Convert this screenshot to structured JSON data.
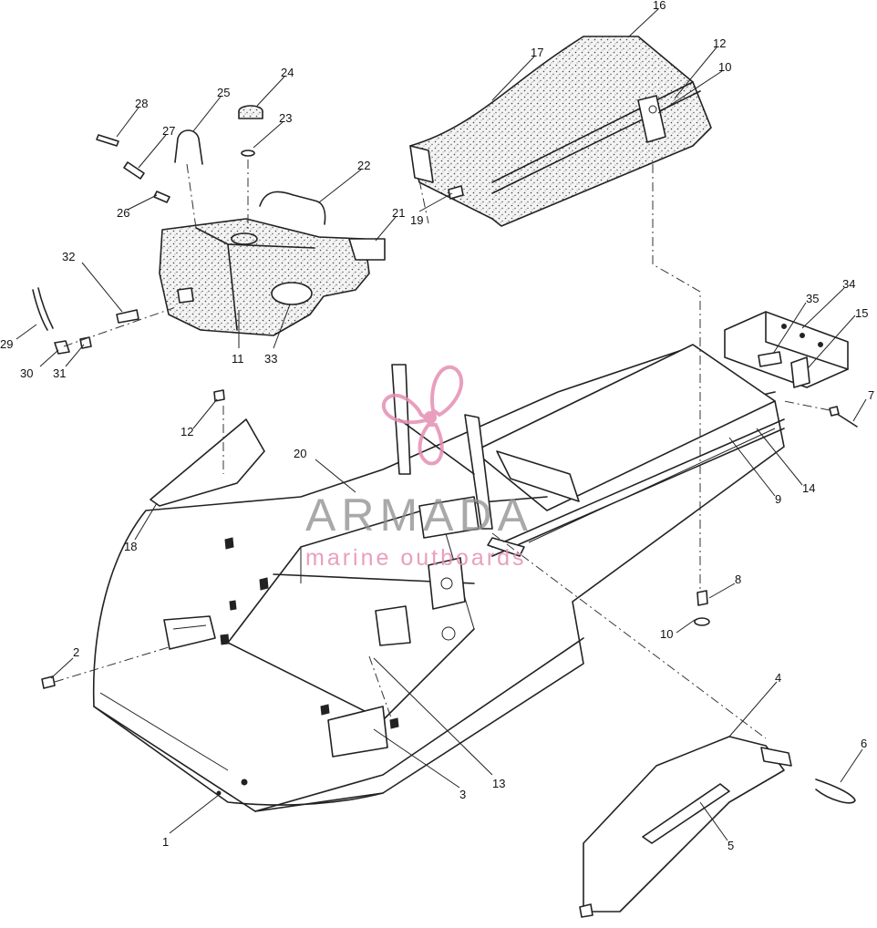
{
  "callouts": [
    {
      "id": "16",
      "label": "16"
    },
    {
      "id": "12a",
      "label": "12"
    },
    {
      "id": "10a",
      "label": "10"
    },
    {
      "id": "17",
      "label": "17"
    },
    {
      "id": "24",
      "label": "24"
    },
    {
      "id": "25",
      "label": "25"
    },
    {
      "id": "28",
      "label": "28"
    },
    {
      "id": "23",
      "label": "23"
    },
    {
      "id": "27",
      "label": "27"
    },
    {
      "id": "22",
      "label": "22"
    },
    {
      "id": "26",
      "label": "26"
    },
    {
      "id": "21",
      "label": "21"
    },
    {
      "id": "19",
      "label": "19"
    },
    {
      "id": "32",
      "label": "32"
    },
    {
      "id": "35",
      "label": "35"
    },
    {
      "id": "34",
      "label": "34"
    },
    {
      "id": "15",
      "label": "15"
    },
    {
      "id": "29",
      "label": "29"
    },
    {
      "id": "11",
      "label": "11"
    },
    {
      "id": "33",
      "label": "33"
    },
    {
      "id": "30",
      "label": "30"
    },
    {
      "id": "31",
      "label": "31"
    },
    {
      "id": "7",
      "label": "7"
    },
    {
      "id": "12b",
      "label": "12"
    },
    {
      "id": "20",
      "label": "20"
    },
    {
      "id": "14",
      "label": "14"
    },
    {
      "id": "9",
      "label": "9"
    },
    {
      "id": "18",
      "label": "18"
    },
    {
      "id": "8",
      "label": "8"
    },
    {
      "id": "10b",
      "label": "10"
    },
    {
      "id": "2",
      "label": "2"
    },
    {
      "id": "4",
      "label": "4"
    },
    {
      "id": "6",
      "label": "6"
    },
    {
      "id": "13",
      "label": "13"
    },
    {
      "id": "3",
      "label": "3"
    },
    {
      "id": "1",
      "label": "1"
    },
    {
      "id": "5",
      "label": "5"
    }
  ],
  "watermark": {
    "name": "ARMADA",
    "tagline": "marine outboards",
    "accent_color": "#e58fb3",
    "text_color": "#8d8d8d",
    "logo_icon": "propeller-logo-icon"
  }
}
